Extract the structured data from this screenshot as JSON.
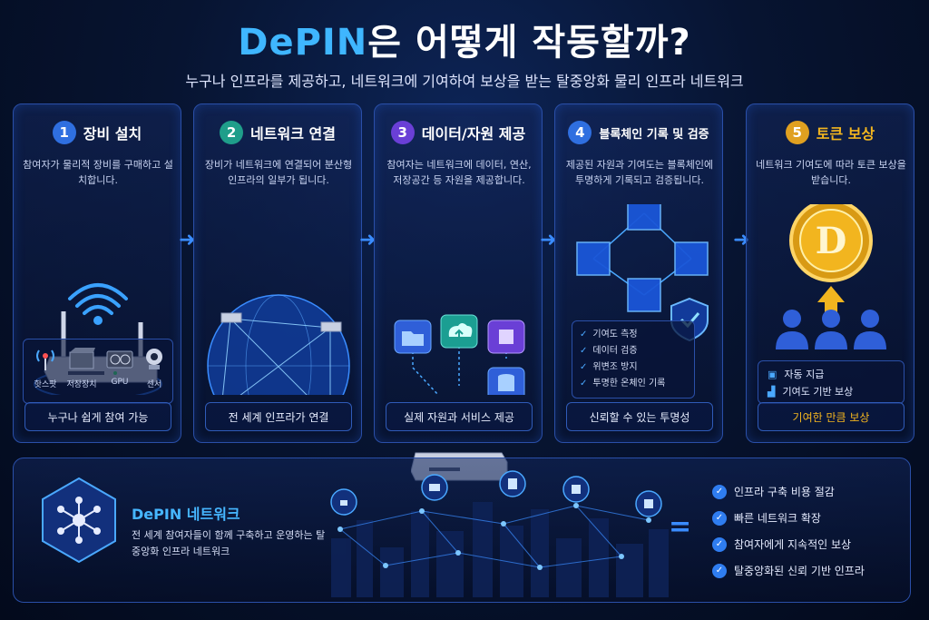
{
  "header": {
    "title_accent": "DePIN",
    "title_rest": "은 어떻게 작동할까?",
    "subtitle": "누구나 인프라를 제공하고, 네트워크에 기여하여 보상을 받는 탈중앙화 물리 인프라 네트워크"
  },
  "steps": [
    {
      "number": "1",
      "title": "장비 설치",
      "desc": "참여자가 물리적 장비를 구매하고 설치합니다.",
      "footer": "누구나 쉽게 참여 가능",
      "color": "#2f6fe0",
      "devices": [
        "핫스팟",
        "저장장치",
        "GPU",
        "센서"
      ]
    },
    {
      "number": "2",
      "title": "네트워크 연결",
      "desc": "장비가 네트워크에 연결되어 분산형 인프라의 일부가 됩니다.",
      "footer": "전 세계 인프라가 연결",
      "color": "#1f9e8a"
    },
    {
      "number": "3",
      "title": "데이터/자원 제공",
      "desc": "참여자는 네트워크에 데이터, 연산, 저장공간 등 자원을 제공합니다.",
      "footer": "실제 자원과 서비스 제공",
      "color": "#6a3fd6"
    },
    {
      "number": "4",
      "title": "블록체인 기록 및 검증",
      "desc": "제공된 자원과 기여도는 블록체인에 투명하게 기록되고 검증됩니다.",
      "footer": "신뢰할 수 있는 투명성",
      "color": "#2f6fe0",
      "checks": [
        "기여도 측정",
        "데이터 검증",
        "위변조 방지",
        "투명한 온체인 기록"
      ]
    },
    {
      "number": "5",
      "title": "토큰 보상",
      "desc": "네트워크 기여도에 따라 토큰 보상을 받습니다.",
      "footer": "기여한 만큼 보상",
      "color": "#e0a020",
      "coin_letter": "D",
      "rewards": [
        "자동 지급",
        "기여도 기반 보상"
      ]
    }
  ],
  "network": {
    "title": "DePIN 네트워크",
    "desc": "전 세계 참여자들이 함께 구축하고 운영하는 탈중앙화 인프라 네트워크",
    "equals": "=",
    "benefits": [
      "인프라 구축 비용 절감",
      "빠른 네트워크 확장",
      "참여자에게 지속적인 보상",
      "탈중앙화된 신뢰 기반 인프라"
    ]
  },
  "colors": {
    "accent": "#3fb6ff",
    "gold": "#f2b51f",
    "border": "#2a4fa8"
  }
}
